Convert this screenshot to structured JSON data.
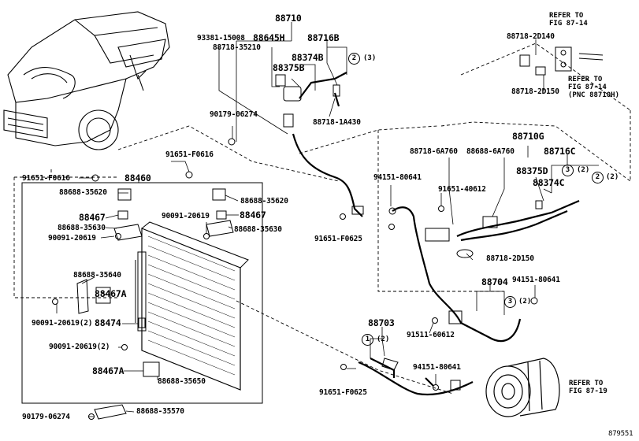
{
  "diagram_id": "879551",
  "labels": {
    "l88710": "88710",
    "l93381": "93381-15008",
    "l88645H": "88645H",
    "l88716B": "88716B",
    "l88718_35210": "88718-35210",
    "l88374B": "88374B",
    "l88375B": "88375B",
    "l88718_1A430": "88718-1A430",
    "l90179_06274a": "90179-06274",
    "l91651_F0616a": "91651-F0616",
    "l91651_F0616b": "91651-F0616",
    "l88460": "88460",
    "l88688_35620a": "88688-35620",
    "l88688_35620b": "88688-35620",
    "l88467a": "88467",
    "l88467b": "88467",
    "l88688_35630a": "88688-35630",
    "l88688_35630b": "88688-35630",
    "l90091_20619a": "90091-20619",
    "l90091_20619b": "90091-20619",
    "l88688_35640": "88688-35640",
    "l88467A_a": "88467A",
    "l90091_20619_2a": "90091-20619(2)",
    "l88474": "88474",
    "l90091_20619_2b": "90091-20619(2)",
    "l88467A_b": "88467A",
    "l88688_35650": "88688-35650",
    "l90179_06274b": "90179-06274",
    "l88688_35570": "88688-35570",
    "l91651_F0625a": "91651-F0625",
    "l88718_2D140": "88718-2D140",
    "l88718_2D150a": "88718-2D150",
    "l88710G": "88710G",
    "l88718_6A760": "88718-6A760",
    "l88688_6A760": "88688-6A760",
    "l88716C": "88716C",
    "l94151_80641a": "94151-80641",
    "l91651_40612": "91651-40612",
    "l88375D": "88375D",
    "l88374C": "88374C",
    "l88718_2D150b": "88718-2D150",
    "l88704": "88704",
    "l94151_80641b": "94151-80641",
    "l88703": "88703",
    "l91511_60612": "91511-60612",
    "l94151_80641c": "94151-80641",
    "l91651_F0625b": "91651-F0625"
  },
  "refs": {
    "r1": "REFER TO\nFIG 87-14",
    "r2": "REFER TO\nFIG 87-14\n(PNC 88710H)",
    "r3": "REFER TO\nFIG 87-19"
  },
  "circles": {
    "c2a": "2",
    "q2a": "(3)",
    "c3a": "3",
    "q3a": "(2)",
    "c2b": "2",
    "q2b": "(2)",
    "c3b": "3",
    "q3b": "(2)",
    "c1": "1",
    "q1": "(2)"
  }
}
